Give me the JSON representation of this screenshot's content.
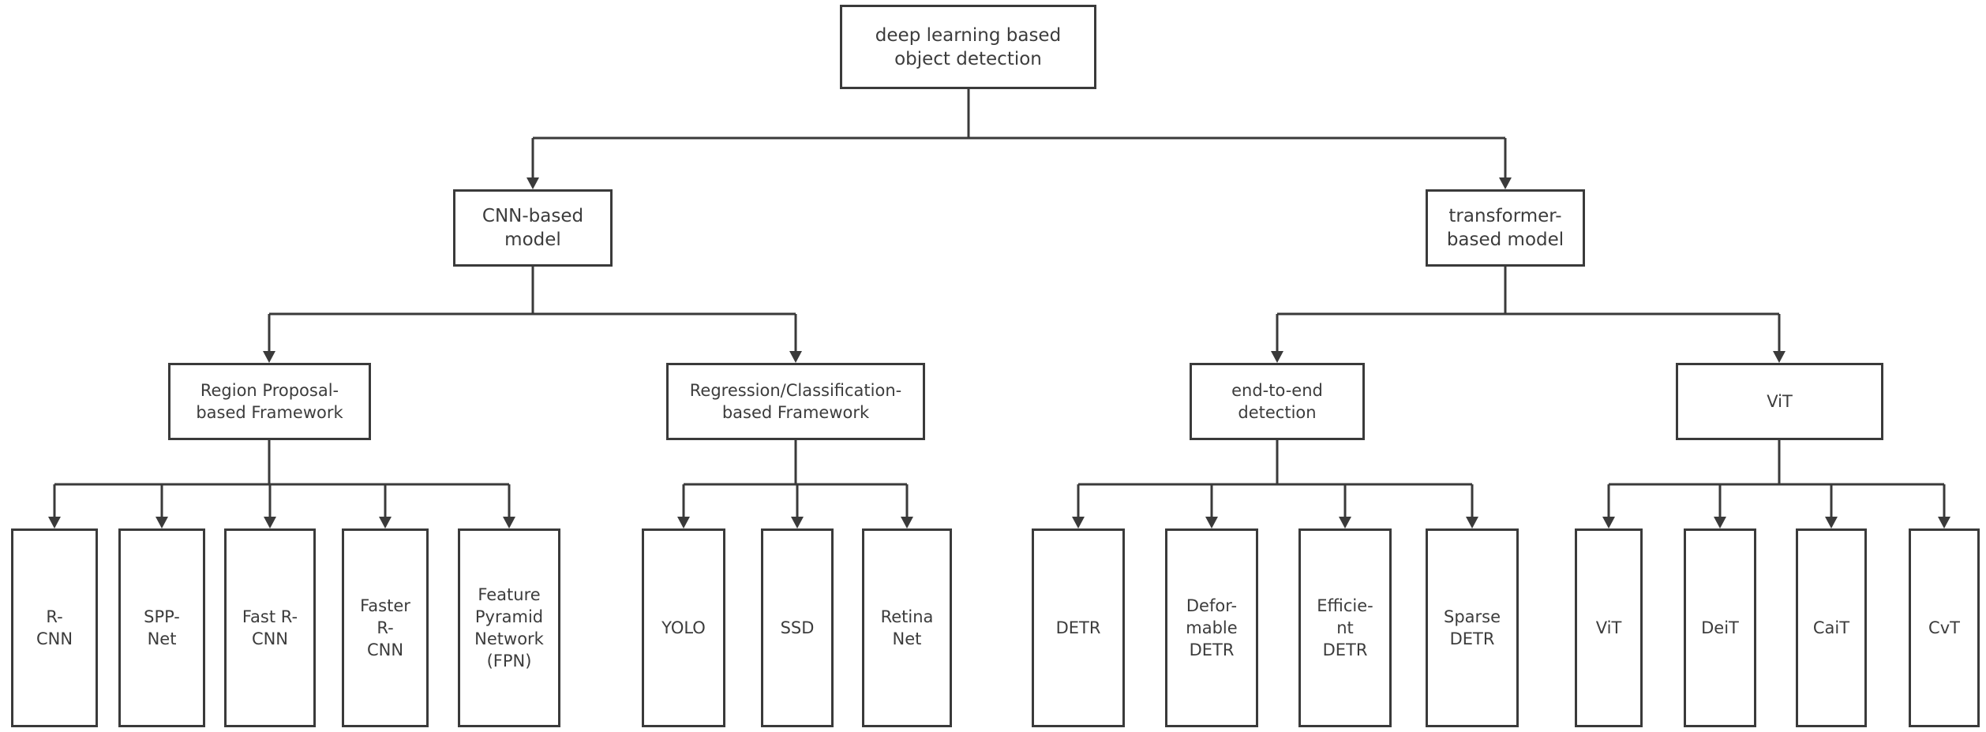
{
  "diagram": {
    "root": "deep learning based\nobject detection",
    "cnn": {
      "label": "CNN-based\nmodel",
      "region": {
        "label": "Region Proposal-\nbased Framework",
        "leaves": [
          "R-\nCNN",
          "SPP-\nNet",
          "Fast R-\nCNN",
          "Faster\nR-\nCNN",
          "Feature\nPyramid\nNetwork\n(FPN)"
        ]
      },
      "regression": {
        "label": "Regression/Classification-\nbased Framework",
        "leaves": [
          "YOLO",
          "SSD",
          "Retina\nNet"
        ]
      }
    },
    "transformer": {
      "label": "transformer-\nbased model",
      "end2end": {
        "label": "end-to-end\ndetection",
        "leaves": [
          "DETR",
          "Defor-\nmable\nDETR",
          "Efficie-\nnt\nDETR",
          "Sparse\nDETR"
        ]
      },
      "vit": {
        "label": "ViT",
        "leaves": [
          "ViT",
          "DeiT",
          "CaiT",
          "CvT"
        ]
      }
    }
  }
}
